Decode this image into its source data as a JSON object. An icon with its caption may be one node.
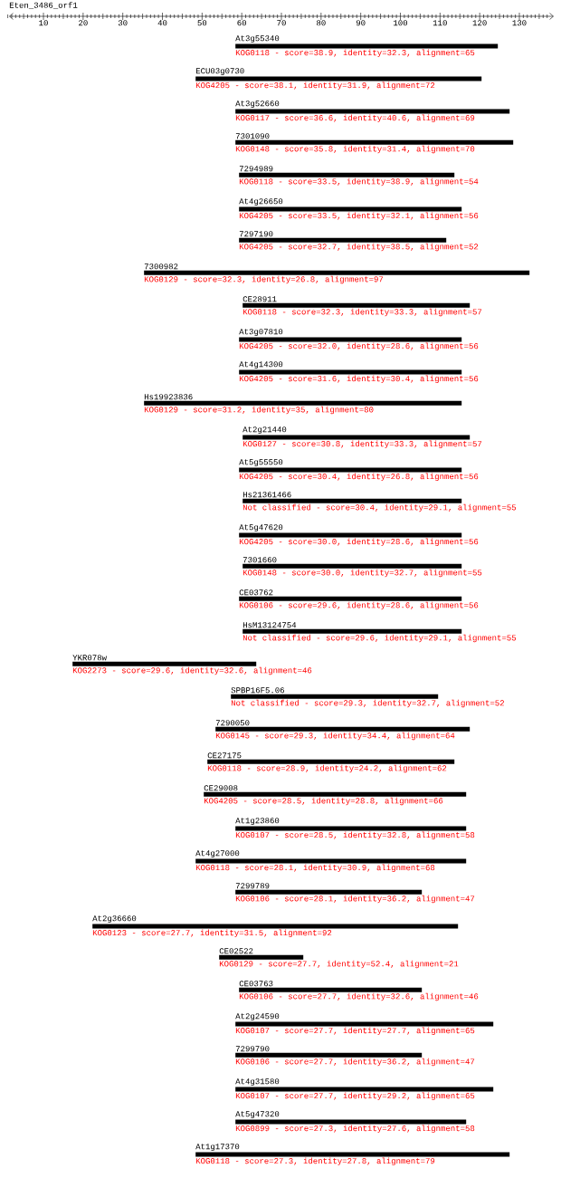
{
  "diagram": {
    "title": "Eten_3486_orf1",
    "nodes": [
      {
        "text": [
          "At3g55340",
          "KOG0118 - score=38.9, identity=32.3, alignment=65"
        ]
      },
      {
        "text": [
          "ECU03g0730",
          "KOG4205 - score=38.1, identity=31.9, alignment=72"
        ]
      },
      {
        "text": [
          "At3g52660",
          "KOG0117 - score=36.6, identity=40.6, alignment=69"
        ]
      },
      {
        "text": [
          "7301090",
          "KOG0148 - score=35.8, identity=31.4, alignment=70"
        ]
      },
      {
        "text": [
          "7294989",
          "KOG0118 - score=33.5, identity=38.9, alignment=54"
        ]
      },
      {
        "text": [
          "At4g26650",
          "KOG4205 - score=33.5, identity=32.1, alignment=56"
        ]
      },
      {
        "text": [
          "7297190",
          "KOG4205 - score=32.7, identity=38.5, alignment=52"
        ]
      },
      {
        "text": [
          "7300982",
          "KOG0129 - score=32.3, identity=26.8, alignment=97"
        ]
      },
      {
        "text": [
          "CE28911",
          "KOG0118 - score=32.3, identity=33.3, alignment=57"
        ]
      },
      {
        "text": [
          "At3g07810",
          "KOG4205 - score=32.0, identity=28.6, alignment=56"
        ]
      },
      {
        "text": [
          "At4g14300",
          "KOG4205 - score=31.6, identity=30.4, alignment=56"
        ]
      },
      {
        "text": [
          "Hs19923836",
          "KOG0129 - score=31.2, identity=35, alignment=80"
        ]
      },
      {
        "text": [
          "At2g21440",
          "KOG0127 - score=30.8, identity=33.3, alignment=57"
        ]
      },
      {
        "text": [
          "At5g55550",
          "KOG4205 - score=30.4, identity=26.8, alignment=56"
        ]
      },
      {
        "text": [
          "Hs21361466",
          "Not classified - score=30.4, identity=29.1, alignment=55"
        ]
      },
      {
        "text": [
          "At5g47620",
          "KOG4205 - score=30.0, identity=28.6, alignment=56"
        ]
      },
      {
        "text": [
          "7301660",
          "KOG0148 - score=30.0, identity=32.7, alignment=55"
        ]
      },
      {
        "text": [
          "CE03762",
          "KOG0106 - score=29.6, identity=28.6, alignment=56"
        ]
      },
      {
        "text": [
          "HsM13124754",
          "Not classified - score=29.6, identity=29.1, alignment=55"
        ]
      },
      {
        "text": [
          "YKR078w",
          "KOG2273 - score=29.6, identity=32.6, alignment=46"
        ]
      },
      {
        "text": [
          "SPBP16F5.06",
          "Not classified - score=29.3, identity=32.7, alignment=52"
        ]
      },
      {
        "text": [
          "7290050",
          "KOG0145 - score=29.3, identity=34.4, alignment=64"
        ]
      },
      {
        "text": [
          "CE27175",
          "KOG0118 - score=28.9, identity=24.2, alignment=62"
        ]
      },
      {
        "text": [
          "CE29008",
          "KOG4205 - score=28.5, identity=28.8, alignment=66"
        ]
      },
      {
        "text": [
          "At1g23860",
          "KOG0107 - score=28.5, identity=32.8, alignment=58"
        ]
      },
      {
        "text": [
          "At4g27000",
          "KOG0118 - score=28.1, identity=30.9, alignment=68"
        ]
      },
      {
        "text": [
          "7299789",
          "KOG0106 - score=28.1, identity=36.2, alignment=47"
        ]
      },
      {
        "text": [
          "At2g36660",
          "KOG0123 - score=27.7, identity=31.5, alignment=92"
        ]
      },
      {
        "text": [
          "CE02522",
          "KOG0129 - score=27.7, identity=52.4, alignment=21"
        ]
      },
      {
        "text": [
          "CE03763",
          "KOG0106 - score=27.7, identity=32.6, alignment=46"
        ]
      },
      {
        "text": [
          "At2g24590",
          "KOG0107 - score=27.7, identity=27.7, alignment=65"
        ]
      },
      {
        "text": [
          "7299790",
          "KOG0106 - score=27.7, identity=36.2, alignment=47"
        ]
      },
      {
        "text": [
          "At4g31580",
          "KOG0107 - score=27.7, identity=29.2, alignment=65"
        ]
      },
      {
        "text": [
          "At5g47320",
          "KOG0899 - score=27.3, identity=27.6, alignment=58"
        ]
      },
      {
        "text": [
          "At1g17370",
          "KOG0118 - score=27.3, identity=27.8, alignment=79"
        ]
      }
    ],
    "labels": [
      "10",
      "20",
      "30",
      "40",
      "50",
      "60",
      "70",
      "80",
      "90",
      "100",
      "110",
      "120",
      "130"
    ]
  }
}
